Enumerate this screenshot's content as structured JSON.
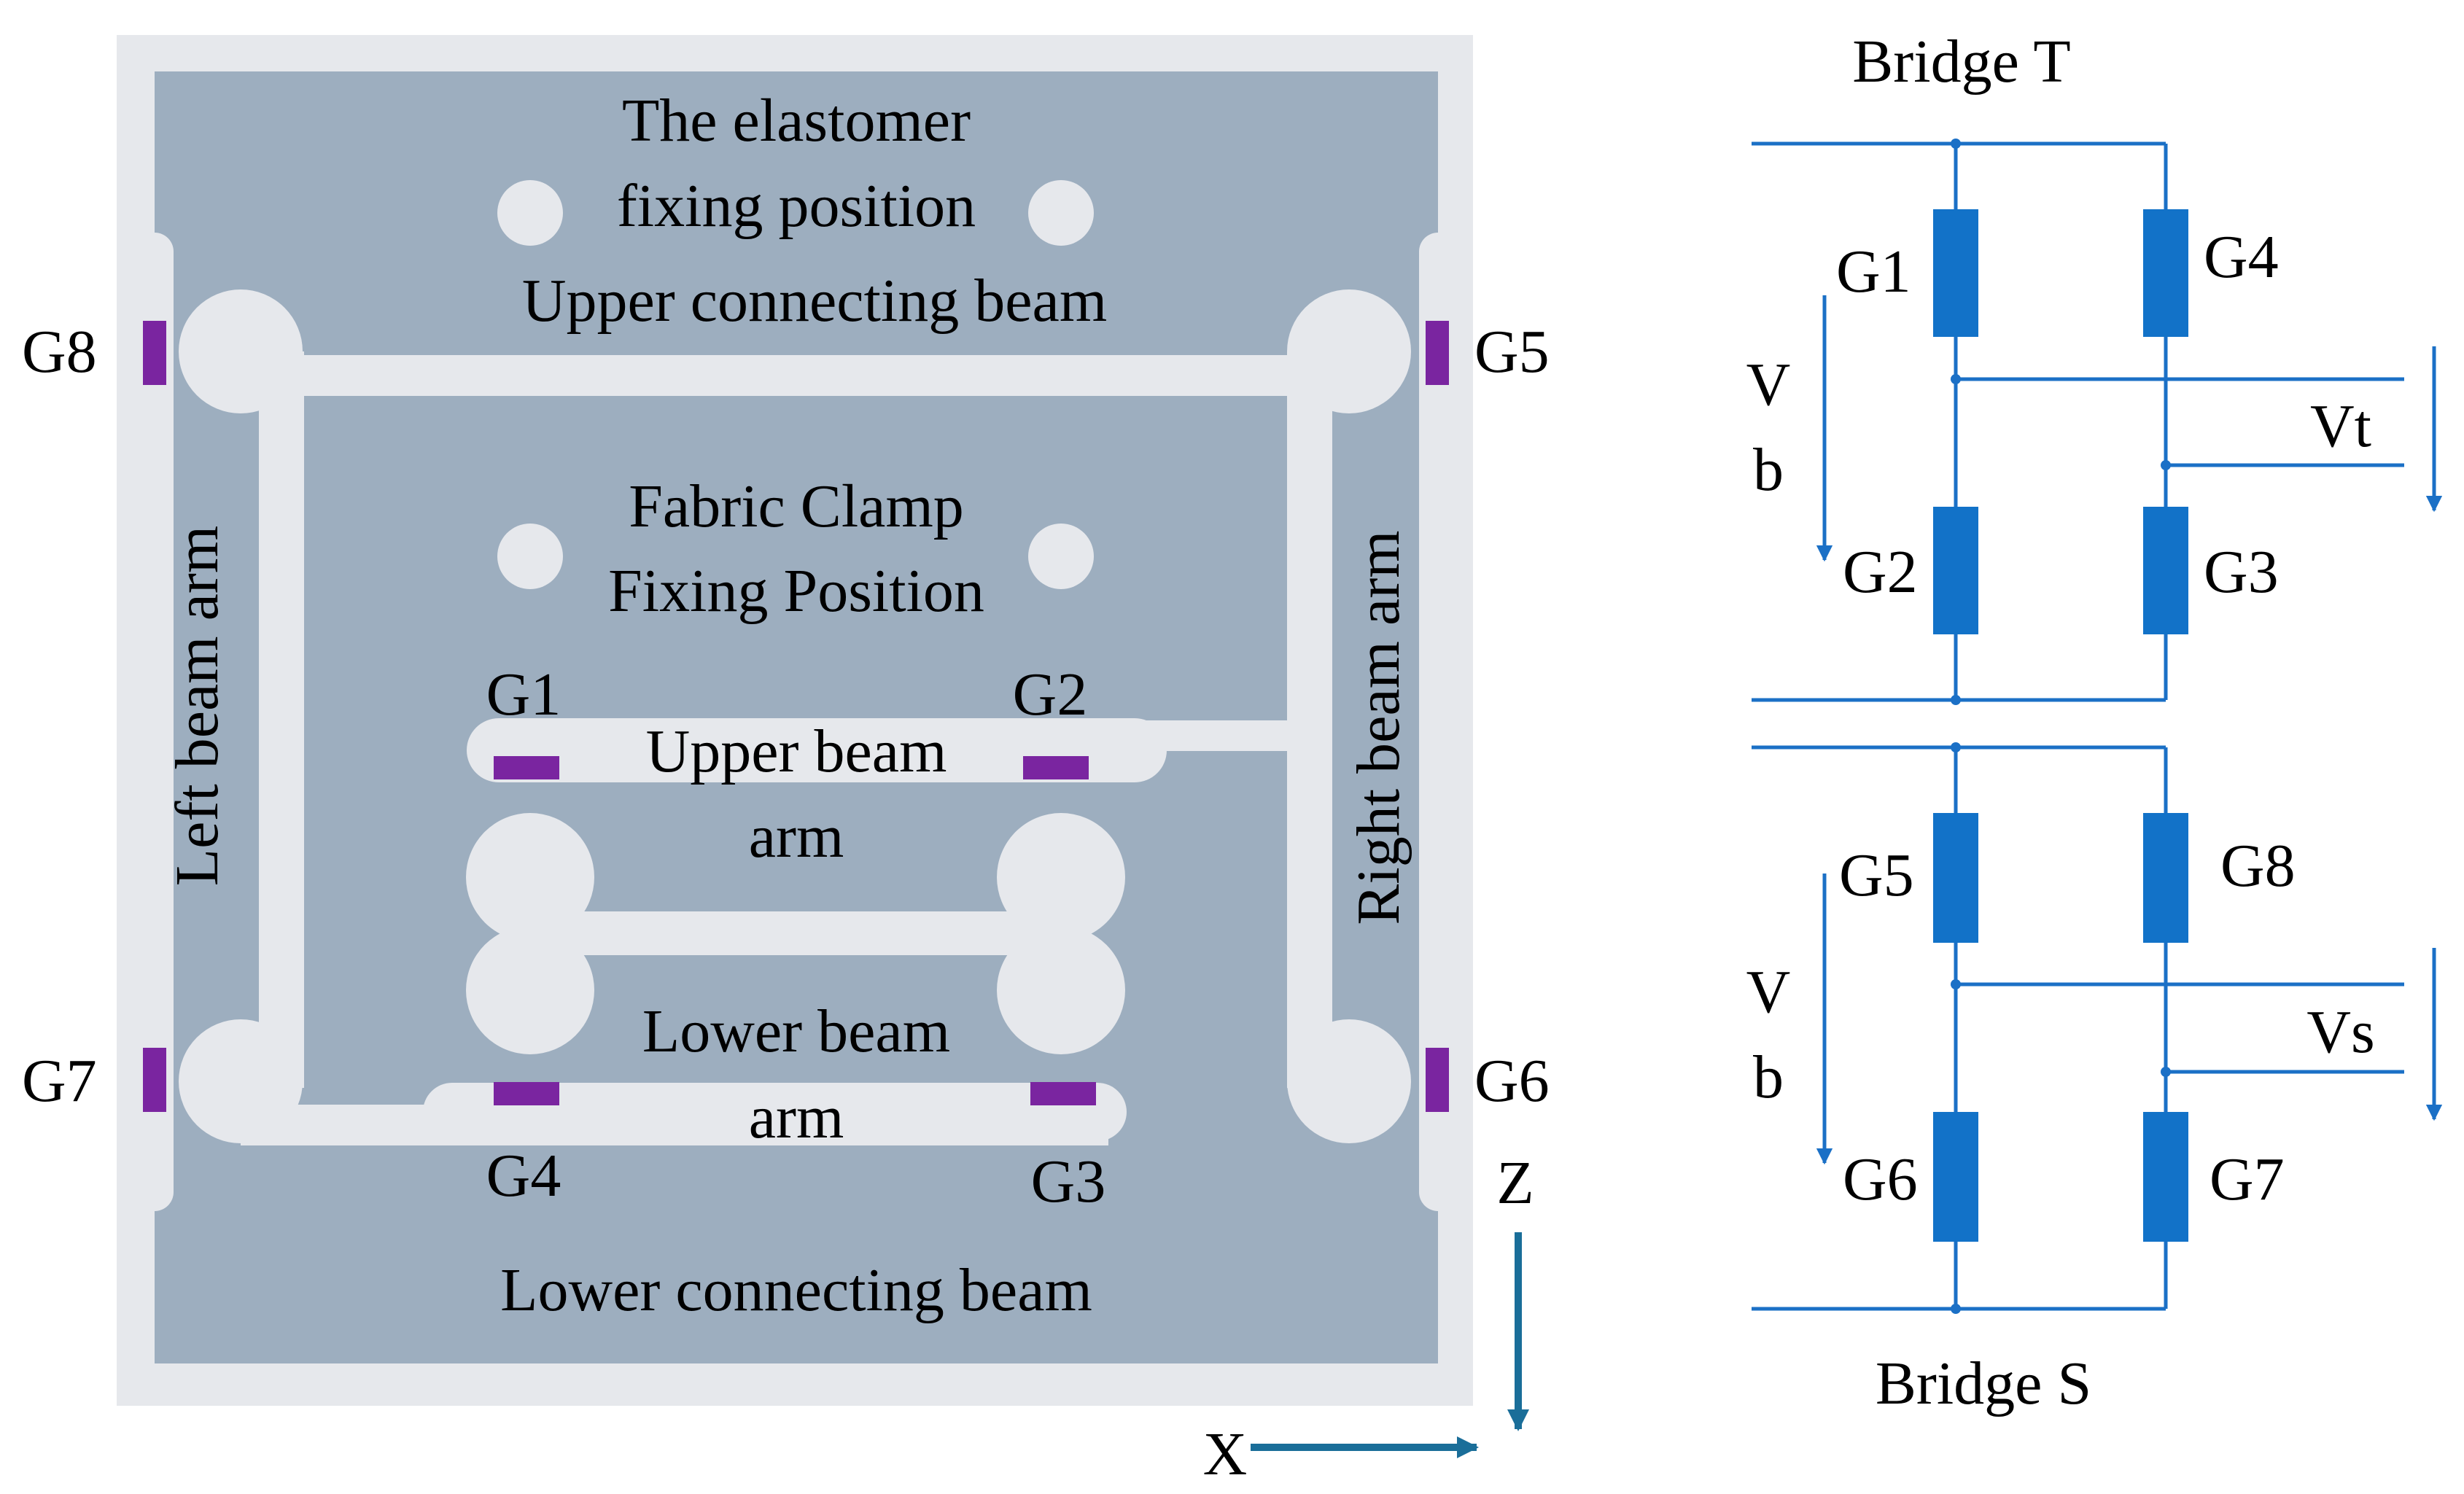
{
  "colors": {
    "frame": "#e6e8ec",
    "plate": "#9daebf",
    "slot": "#e6e8ec",
    "gauge_pad": "#7a25a0",
    "wire": "#1b70c6",
    "resistor": "#1272c8",
    "axis_arrow": "#1a6e99",
    "text": "#000000"
  },
  "structure": {
    "title_line1": "The elastomer",
    "title_line2": "fixing position",
    "upper_connecting_beam": "Upper connecting beam",
    "lower_connecting_beam": "Lower connecting beam",
    "left_beam_arm": "Left beam arm",
    "right_beam_arm": "Right beam arm",
    "fabric_clamp_line1": "Fabric Clamp",
    "fabric_clamp_line2": "Fixing Position",
    "upper_beam_line1": "Upper beam",
    "upper_beam_line2": "arm",
    "lower_beam_line1": "Lower beam",
    "lower_beam_line2": "arm",
    "gauges": {
      "g1": "G1",
      "g2": "G2",
      "g3": "G3",
      "g4": "G4",
      "g5": "G5",
      "g6": "G6",
      "g7": "G7",
      "g8": "G8"
    },
    "axis_z": "Z",
    "axis_x": "X"
  },
  "bridge_t": {
    "title": "Bridge T",
    "top_left": "G1",
    "top_right": "G4",
    "bottom_left": "G2",
    "bottom_right": "G3",
    "supply_line1": "V",
    "supply_line2": "b",
    "output": "Vt"
  },
  "bridge_s": {
    "title": "Bridge S",
    "top_left": "G5",
    "top_right": "G8",
    "bottom_left": "G6",
    "bottom_right": "G7",
    "supply_line1": "V",
    "supply_line2": "b",
    "output": "Vs"
  }
}
